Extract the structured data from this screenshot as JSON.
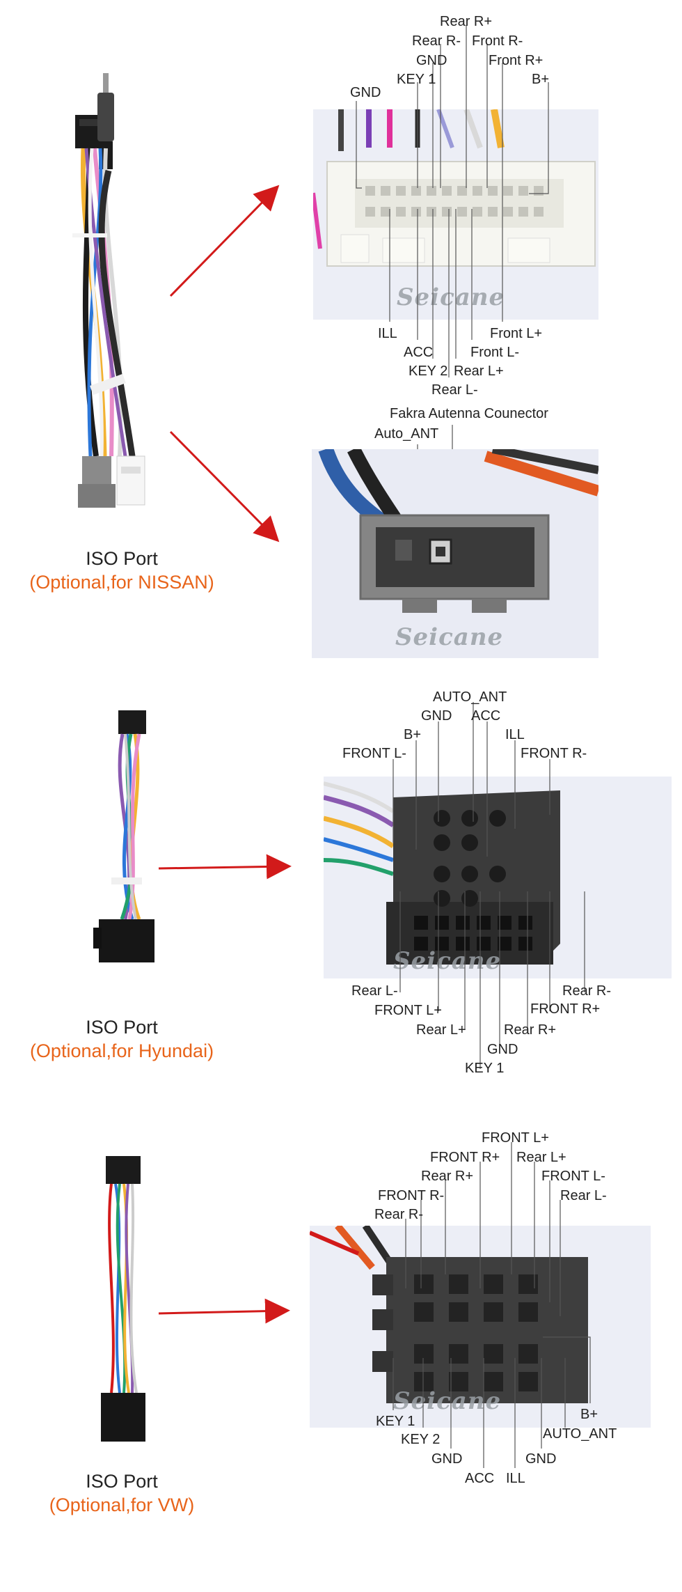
{
  "sections": [
    {
      "caption_title": "ISO Port",
      "caption_sub": "(Optional,for NISSAN)",
      "top_labels": [
        "Rear R+",
        "Rear R-",
        "Front R-",
        "GND",
        "Front R+",
        "KEY 1",
        "B+",
        "GND"
      ],
      "bottom_labels": [
        "ILL",
        "Front L+",
        "ACC",
        "Front L-",
        "KEY 2",
        "Rear L+",
        "Rear L-"
      ],
      "antenna_labels": [
        "Fakra Autenna Counector",
        "Auto_ANT"
      ],
      "watermark": "Seicane"
    },
    {
      "caption_title": "ISO Port",
      "caption_sub": "(Optional,for Hyundai)",
      "top_labels": [
        "AUTO_ANT",
        "GND",
        "ACC",
        "B+",
        "ILL",
        "FRONT L-",
        "FRONT R-"
      ],
      "bottom_labels": [
        "Rear L-",
        "Rear R-",
        "FRONT L+",
        "FRONT R+",
        "Rear L+",
        "Rear R+",
        "GND",
        "KEY 1"
      ],
      "watermark": "Seicane"
    },
    {
      "caption_title": "ISO Port",
      "caption_sub": "(Optional,for VW)",
      "top_labels": [
        "FRONT L+",
        "FRONT R+",
        "Rear L+",
        "Rear R+",
        "FRONT L-",
        "FRONT R-",
        "Rear L-",
        "Rear R-"
      ],
      "bottom_labels": [
        "B+",
        "KEY 1",
        "AUTO_ANT",
        "KEY 2",
        "GND",
        "GND",
        "ACC",
        "ILL"
      ],
      "watermark": "Seicane"
    }
  ],
  "colors": {
    "arrow": "#d21a1a",
    "caption_sub": "#e8641a",
    "label_line": "#555555"
  }
}
